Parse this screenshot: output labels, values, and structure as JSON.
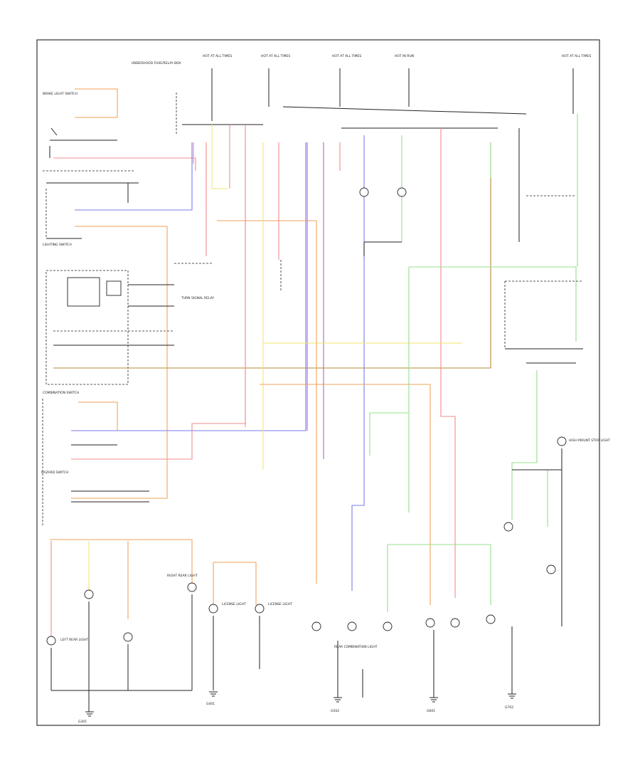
{
  "figure": {
    "footer_code": "",
    "description_visible": false
  },
  "colors": {
    "red": "#f28b8b",
    "blue": "#7b7bef",
    "yellow": "#f2e66a",
    "orange": "#f2a25a",
    "green": "#94e08a",
    "purple": "#a764d8",
    "brown": "#b58a3a",
    "black": "#222222"
  },
  "labels": {
    "hot_at_1": "HOT AT ALL TIMES",
    "hot_at_2": "HOT AT ALL TIMES",
    "hot_at_3": "HOT AT ALL TIMES",
    "hot_at_4": "HOT IN RUN",
    "hot_at_5": "HOT AT ALL TIMES",
    "fuse_box": "UNDERHOOD FUSE/RELAY BOX",
    "left_label": "BRAKE LIGHT SWITCH",
    "lighting_switch": "LIGHTING SWITCH",
    "combination_switch": "COMBINATION SWITCH",
    "hazard_switch": "HAZARD SWITCH",
    "turn_signal_relay": "TURN SIGNAL RELAY",
    "license_light_l": "LICENSE LIGHT",
    "license_light_r": "LICENSE LIGHT",
    "left_rear_light": "LEFT REAR LIGHT",
    "right_rear_light": "RIGHT REAR LIGHT",
    "rear_combination": "REAR COMBINATION LIGHT",
    "high_mount": "HIGH MOUNT STOP LIGHT",
    "ground_1": "G301",
    "ground_2": "G401",
    "ground_3": "G502",
    "ground_4": "G601",
    "ground_5": "G702"
  }
}
